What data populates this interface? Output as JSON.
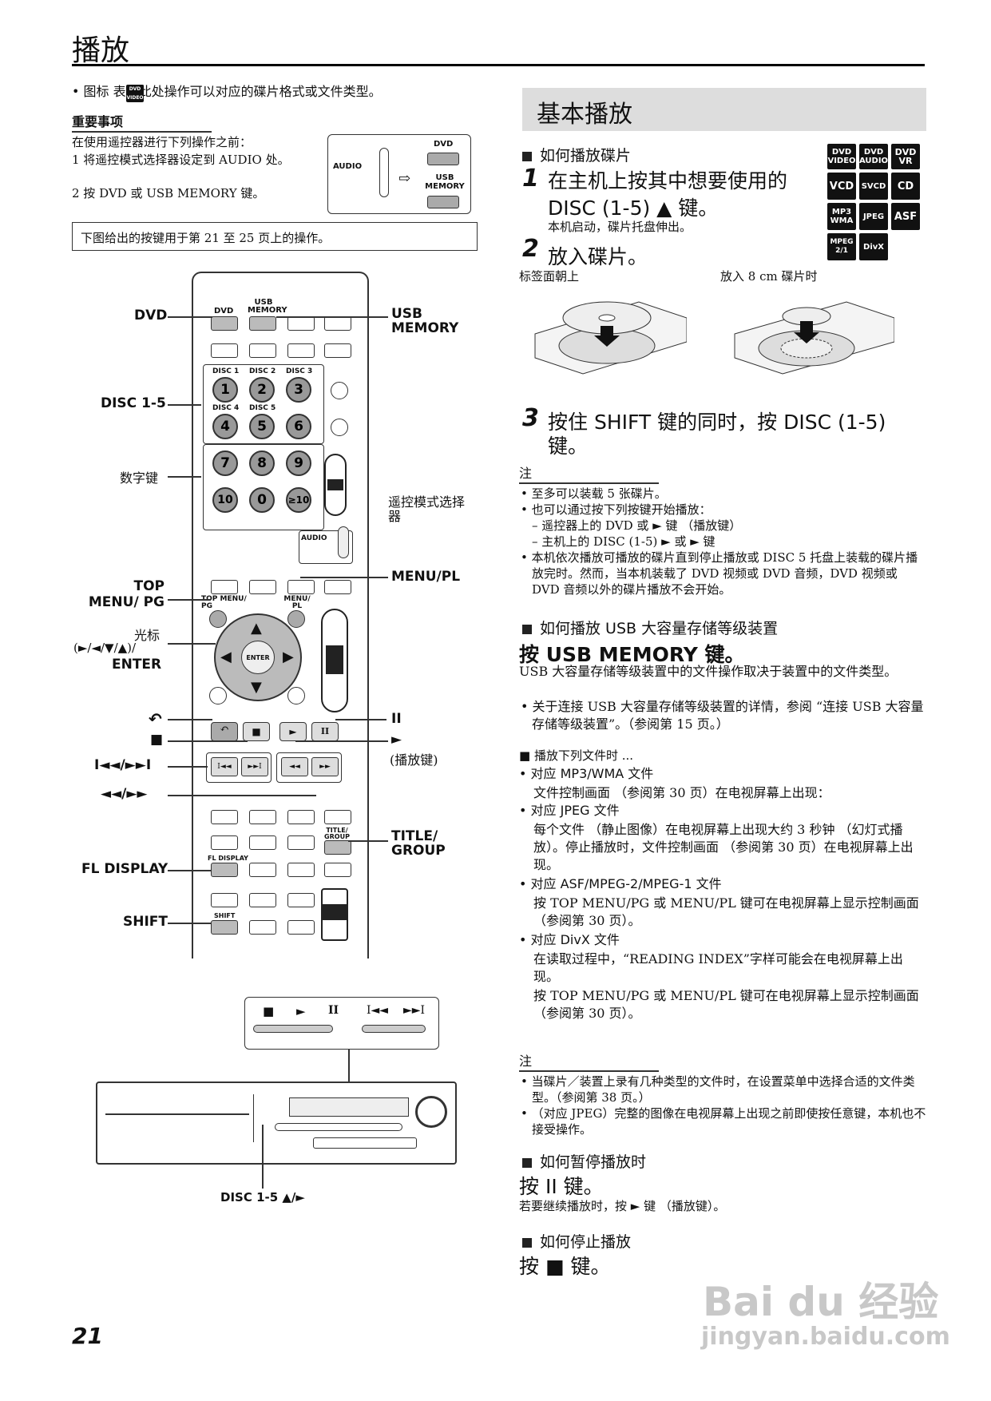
{
  "page": {
    "title": "播放",
    "page_number": "21"
  },
  "left": {
    "icon_note": "• 图标 表示此处操作可以对应的碟片格式或文件类型。",
    "icon_badge": "DVD VIDEO",
    "important_title": "重要事项",
    "important_intro": "在使用遥控器进行下列操作之前：",
    "important_items": [
      "1 将遥控模式选择器设定到 AUDIO 处。",
      "2 按 DVD 或 USB MEMORY 键。"
    ],
    "mode_diagram": {
      "audio": "AUDIO",
      "dvd": "DVD",
      "usb": "USB MEMORY"
    },
    "box_note": "下图给出的按键用于第 21 至 25 页上的操作。",
    "labels": {
      "dvd": "DVD",
      "usb_memory": "USB MEMORY",
      "disc": "DISC 1-5",
      "numeric": "数字键",
      "mode_selector": "遥控模式选择器",
      "top_menu": "TOP MENU/ PG",
      "menu_pl": "MENU/PL",
      "cursor_cn": "光标",
      "cursor_arrows": "(►/◄/▼/▲)/",
      "enter": "ENTER",
      "return": "↶",
      "stop": "■",
      "pause": "II",
      "play": "►",
      "play_cn": "(播放键)",
      "skip": "I◄◄/►►I",
      "search": "◄◄/►►",
      "title_group": "TITLE/ GROUP",
      "fl_display": "FL DISPLAY",
      "shift": "SHIFT",
      "disc_unit": "DISC 1-5 ▲/►"
    },
    "remote_text": {
      "dvd": "DVD",
      "usb": "USB MEMORY",
      "disc1": "DISC 1",
      "disc2": "DISC 2",
      "disc3": "DISC 3",
      "disc4": "DISC 4",
      "disc5": "DISC 5",
      "n1": "1",
      "n2": "2",
      "n3": "3",
      "n4": "4",
      "n5": "5",
      "n6": "6",
      "n7": "7",
      "n8": "8",
      "n9": "9",
      "n10": "10",
      "n0": "0",
      "ng10": "≥10",
      "audio": "AUDIO",
      "top_menu": "TOP MENU/ PG",
      "menu_pl": "MENU/ PL",
      "enter": "ENTER",
      "title_group": "TITLE/ GROUP",
      "fl_display": "FL DISPLAY",
      "shift": "SHIFT"
    },
    "unit_symbols": [
      "■",
      "►",
      "II",
      "I◄◄",
      "►►I"
    ]
  },
  "right": {
    "section_title": "基本播放",
    "play_disc": {
      "heading": "如何播放碟片",
      "step1": "在主机上按其中想要使用的 DISC (1-5) ▲ 键。",
      "step1_sub": "本机启动，碟片托盘伸出。",
      "step2": "放入碟片。",
      "img1_caption": "标签面朝上",
      "img2_caption": "放入 8 cm 碟片时",
      "step3": "按住 SHIFT 键的同时，按 DISC (1-5) 键。",
      "note_title": "注",
      "notes": [
        "• 至多可以装载 5 张碟片。",
        "• 也可以通过按下列按键开始播放：",
        "– 遥控器上的 DVD 或 ► 键 （播放键）",
        "– 主机上的 DISC (1-5) ► 或 ► 键",
        "• 本机依次播放可播放的碟片直到停止播放或 DISC 5 托盘上装载的碟片播放完时。然而，当本机装载了 DVD 视频或 DVD 音频，DVD 视频或 DVD 音频以外的碟片播放不会开始。"
      ]
    },
    "badges": [
      "DVD VIDEO",
      "DVD AUDIO",
      "DVD VR",
      "VCD",
      "SVCD",
      "CD",
      "MP3 WMA",
      "JPEG",
      "ASF",
      "MPEG 2/1",
      "DivX"
    ],
    "usb": {
      "heading": "如何播放 USB 大容量存储等级装置",
      "instruction": "按 USB MEMORY 键。",
      "desc": "USB 大容量存储等级装置中的文件操作取决于装置中的文件类型。",
      "bullet": "• 关于连接 USB 大容量存储等级装置的详情，参阅 “连接 USB 大容量存储等级装置”。（参阅第 15 页。）",
      "files_intro": "■ 播放下列文件时 ...",
      "mp3_title": "• 对应 MP3/WMA 文件",
      "mp3_text": "文件控制画面 （参阅第 30 页）在电视屏幕上出现：",
      "jpeg_title": "• 对应 JPEG 文件",
      "jpeg_text": "每个文件 （静止图像）在电视屏幕上出现大约 3 秒钟 （幻灯式播放）。停止播放时，文件控制画面 （参阅第 30 页）在电视屏幕上出现。",
      "asf_title": "• 对应 ASF/MPEG-2/MPEG-1 文件",
      "asf_text": "按 TOP MENU/PG 或 MENU/PL 键可在电视屏幕上显示控制画面 （参阅第 30 页）。",
      "divx_title": "• 对应 DivX 文件",
      "divx_text1": "在读取过程中，“READING INDEX”字样可能会在电视屏幕上出现。",
      "divx_text2": "按 TOP MENU/PG 或 MENU/PL 键可在电视屏幕上显示控制画面 （参阅第 30 页）。",
      "note_title": "注",
      "notes": [
        "• 当碟片／装置上录有几种类型的文件时，在设置菜单中选择合适的文件类型。（参阅第 38 页。）",
        "• （对应 JPEG）完整的图像在电视屏幕上出现之前即使按任意键，本机也不接受操作。"
      ]
    },
    "pause": {
      "heading": "如何暂停播放时",
      "instruction": "按 II 键。",
      "text": "若要继续播放时，按 ► 键 （播放键）。"
    },
    "stop": {
      "heading": "如何停止播放",
      "instruction": "按 ■ 键。"
    }
  },
  "watermark": {
    "brand": "Bai du 经验",
    "url": "jingyan.baidu.com"
  }
}
